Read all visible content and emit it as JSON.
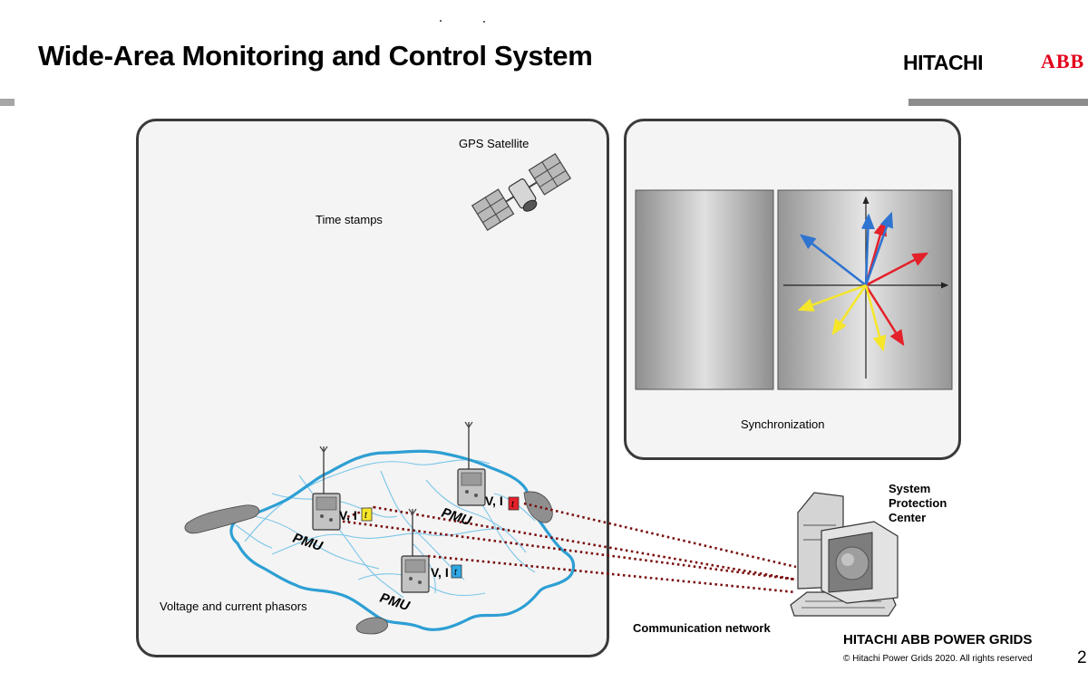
{
  "slide": {
    "title": "Wide-Area Monitoring and Control System",
    "page_number": "2"
  },
  "brand": {
    "hitachi": "HITACHI",
    "abb": "ABB",
    "footer": "HITACHI ABB POWER GRIDS",
    "copyright": "© Hitachi Power Grids 2020. All rights reserved"
  },
  "diagram": {
    "gps_label": "GPS Satellite",
    "timestamps_label": "Time stamps",
    "phasors_label": "Voltage and current phasors",
    "sync_label": "Synchronization",
    "comm_label": "Communication network",
    "center_label": [
      "System",
      "Protection",
      "Center"
    ],
    "pmu_label": "PMU",
    "vi_label": "V, I",
    "t_label": "t"
  },
  "colors": {
    "map_border": "#2d9fd4",
    "map_lines": "#7cc6e8",
    "dotted_link": "#7a0f0f",
    "phasor_red": "#e4202a",
    "phasor_blue": "#2f74d0",
    "phasor_yellow": "#f5e62a",
    "abb_red": "#e2001a"
  },
  "icons": [
    "satellite-icon",
    "pmu-device-icon",
    "computer-icon"
  ]
}
